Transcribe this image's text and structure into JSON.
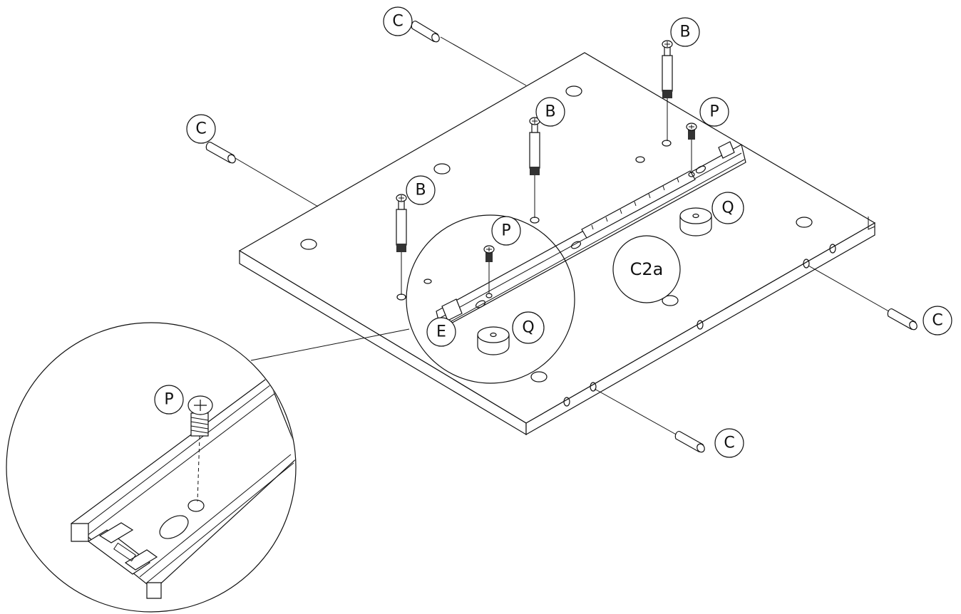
{
  "callouts": {
    "c_top": "C",
    "c_left": "C",
    "c_right": "C",
    "c_bottom": "C",
    "b_right": "B",
    "b_mid": "B",
    "b_left": "B",
    "p_right": "P",
    "p_mid": "P",
    "p_zoom": "P",
    "q_right": "Q",
    "q_mid": "Q",
    "e_mid": "E",
    "c2a": "C2a"
  },
  "colors": {
    "ink": "#111111",
    "background": "#ffffff"
  }
}
